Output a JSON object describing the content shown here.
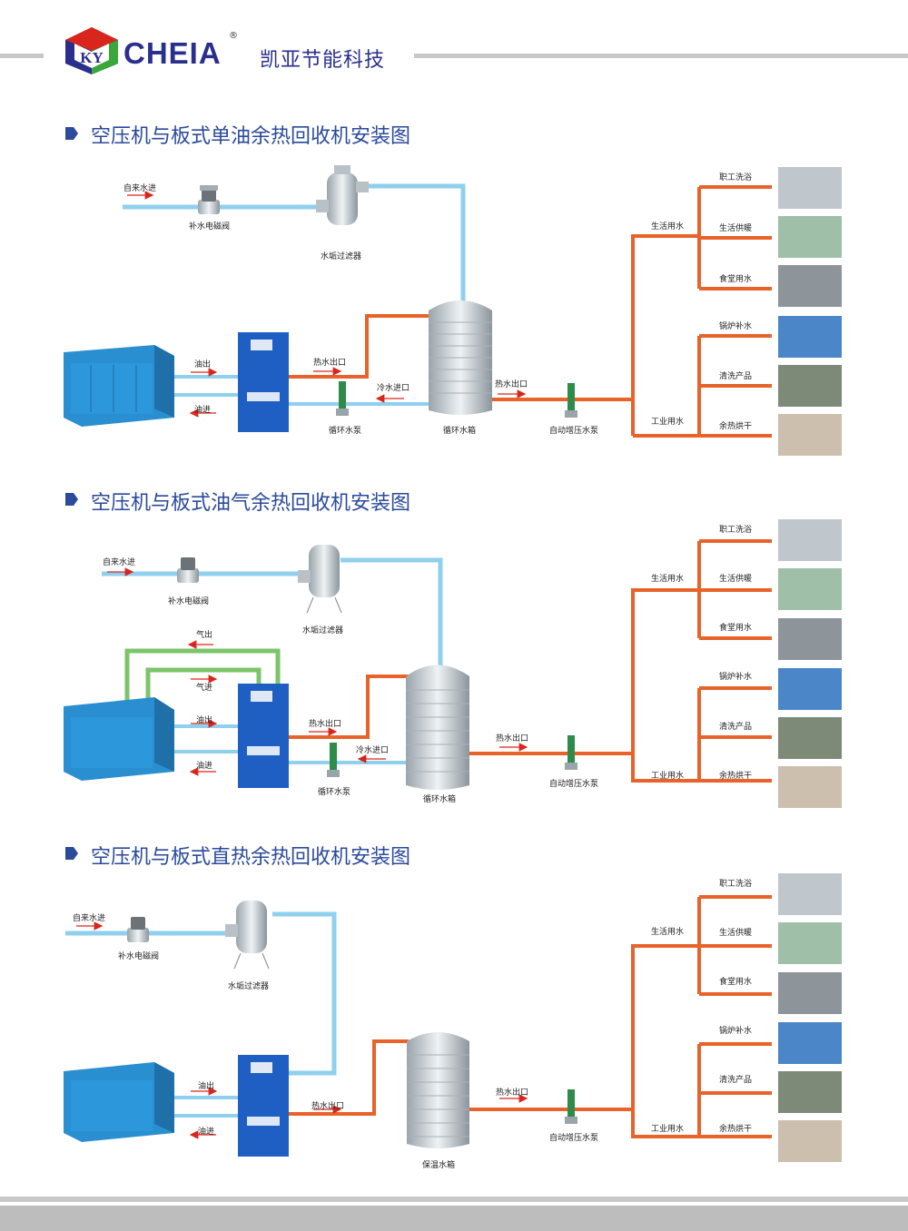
{
  "header": {
    "brand": "CHEIA",
    "logo_text": "KY",
    "registered": "®",
    "company": "凯亚节能科技"
  },
  "colors": {
    "hot_pipe": "#e8622a",
    "cold_pipe": "#8fd0ee",
    "gas_pipe": "#7cc46a",
    "title": "#2b4a9b",
    "brand": "#2a2f8c",
    "compressor": "#2a8fd0",
    "recovery_unit": "#1f5fc4"
  },
  "sections": [
    {
      "title": "空压机与板式单油余热回收机安装图",
      "labels": {
        "water_in": "自来水进",
        "valve": "补水电磁阀",
        "filter": "水垢过滤器",
        "oil_out": "油出",
        "oil_in": "油进",
        "hot_out_unit": "热水出口",
        "cold_in": "冷水进口",
        "pump": "循环水泵",
        "tank": "循环水箱",
        "hot_out_tank": "热水出口",
        "booster": "自动增压水泵",
        "domestic": "生活用水",
        "industrial": "工业用水"
      },
      "destinations": [
        "职工洗浴",
        "生活供暖",
        "食堂用水",
        "锅炉补水",
        "清洗产品",
        "余热烘干"
      ]
    },
    {
      "title": "空压机与板式油气余热回收机安装图",
      "labels": {
        "water_in": "自来水进",
        "valve": "补水电磁阀",
        "filter": "水垢过滤器",
        "gas_out": "气出",
        "gas_in": "气进",
        "oil_out": "油出",
        "oil_in": "油进",
        "hot_out_unit": "热水出口",
        "cold_in": "冷水进口",
        "pump": "循环水泵",
        "tank": "循环水箱",
        "hot_out_tank": "热水出口",
        "booster": "自动增压水泵",
        "domestic": "生活用水",
        "industrial": "工业用水"
      },
      "destinations": [
        "职工洗浴",
        "生活供暖",
        "食堂用水",
        "锅炉补水",
        "清洗产品",
        "余热烘干"
      ]
    },
    {
      "title": "空压机与板式直热余热回收机安装图",
      "labels": {
        "water_in": "自来水进",
        "valve": "补水电磁阀",
        "filter": "水垢过滤器",
        "oil_out": "油出",
        "oil_in": "油进",
        "hot_out_unit": "热水出口",
        "tank": "保温水箱",
        "hot_out_tank": "热水出口",
        "booster": "自动增压水泵",
        "domestic": "生活用水",
        "industrial": "工业用水"
      },
      "destinations": [
        "职工洗浴",
        "生活供暖",
        "食堂用水",
        "锅炉补水",
        "清洗产品",
        "余热烘干"
      ]
    }
  ]
}
